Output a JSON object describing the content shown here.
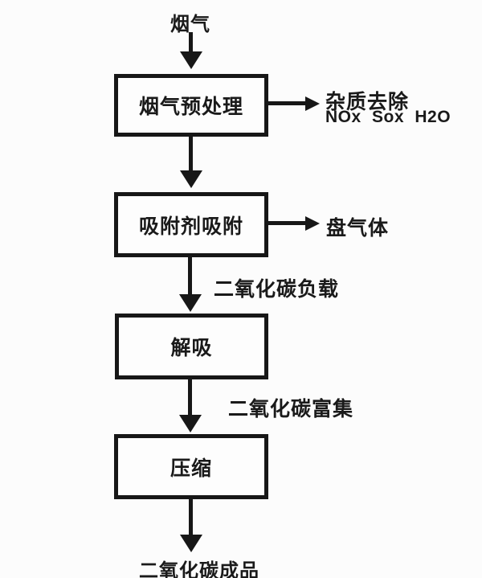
{
  "flowchart": {
    "type": "process-flow",
    "input_label": "烟气",
    "steps": {
      "step1": "烟气预处理",
      "step2": "吸附剂吸附",
      "step3": "解吸",
      "step4": "压缩"
    },
    "side_outputs": {
      "step1_output_line1": "杂质去除",
      "step1_output_line2": "NOx Sox H2O",
      "step2_output": "盘气体"
    },
    "edge_labels": {
      "step2_to_step3": "二氧化碳负载",
      "step3_to_step4": "二氧化碳富集"
    },
    "output_label": "二氧化碳成品",
    "colors": {
      "line": "#171717",
      "text": "#1a1a1a",
      "background": "#fcfcfc"
    }
  }
}
